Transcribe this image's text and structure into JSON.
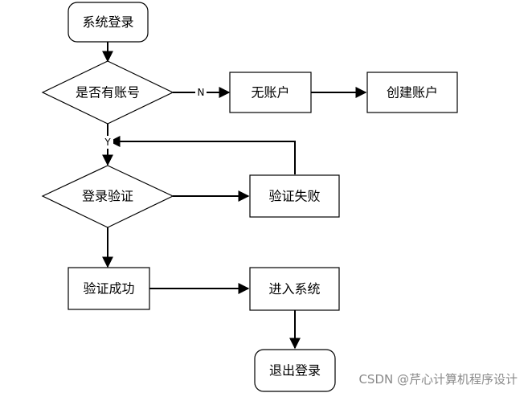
{
  "diagram": {
    "nodes": {
      "login": "系统登录",
      "has_account": "是否有账号",
      "no_account": "无账户",
      "create_account": "创建账户",
      "verify": "登录验证",
      "verify_fail": "验证失败",
      "verify_success": "验证成功",
      "enter_system": "进入系统",
      "logout": "退出登录"
    },
    "edge_labels": {
      "no": "N",
      "yes": "Y"
    }
  },
  "watermark": "CSDN @芹心计算机程序设计"
}
